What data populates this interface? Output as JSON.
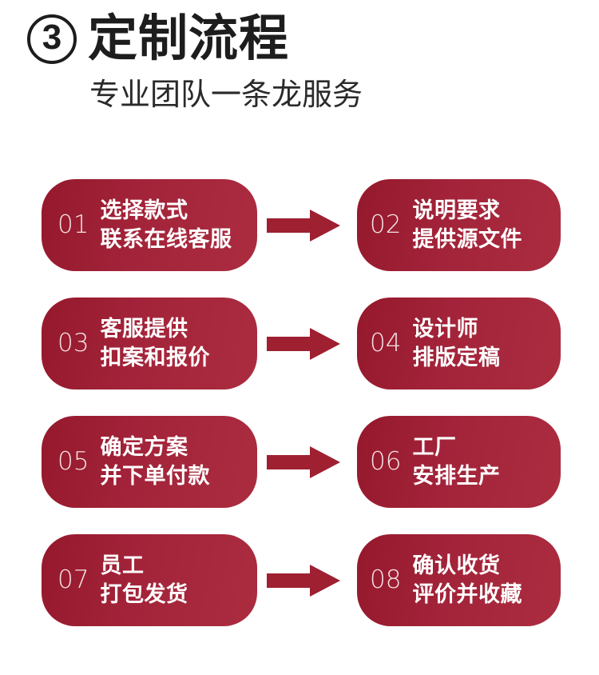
{
  "header": {
    "section_number": "3",
    "section_number_icon": "circled-number-icon",
    "title": "定制流程",
    "subtitle": "专业团队一条龙服务"
  },
  "theme": {
    "brand_red_dark": "#95182c",
    "brand_red_mid": "#a3243a",
    "brand_red_light": "#ab2c3f",
    "text_dark": "#1d1d1d",
    "text_on_red": "#ffffff",
    "number_on_red": "#f3e2e4",
    "background": "#ffffff"
  },
  "flow": {
    "arrow_icon": "arrow-right-icon",
    "rows": [
      {
        "arrow": true,
        "left": {
          "number": "01",
          "lines": [
            "选择款式",
            "联系在线客服"
          ]
        },
        "right": {
          "number": "02",
          "lines": [
            "说明要求",
            "提供源文件"
          ]
        }
      },
      {
        "arrow": true,
        "left": {
          "number": "03",
          "lines": [
            "客服提供",
            "扣案和报价"
          ]
        },
        "right": {
          "number": "04",
          "lines": [
            "设计师",
            "排版定稿"
          ]
        }
      },
      {
        "arrow": true,
        "left": {
          "number": "05",
          "lines": [
            "确定方案",
            "并下单付款"
          ]
        },
        "right": {
          "number": "06",
          "lines": [
            "工厂",
            "安排生产"
          ]
        }
      },
      {
        "arrow": true,
        "left": {
          "number": "07",
          "lines": [
            "员工",
            "打包发货"
          ]
        },
        "right": {
          "number": "08",
          "lines": [
            "确认收货",
            "评价并收藏"
          ]
        }
      }
    ]
  }
}
